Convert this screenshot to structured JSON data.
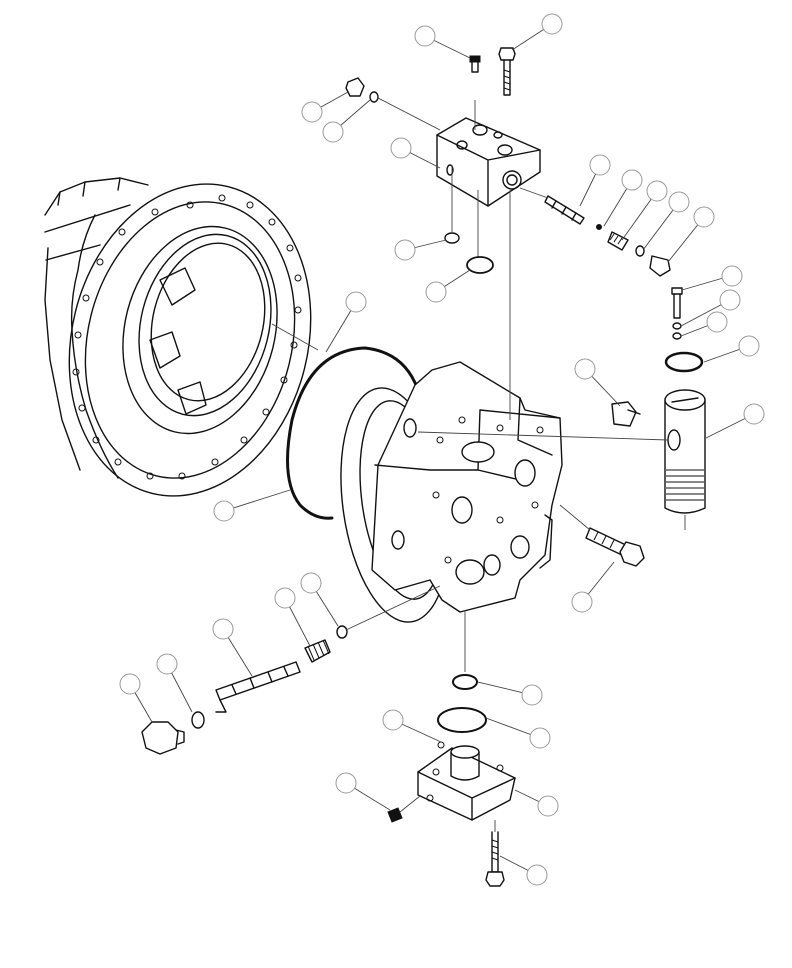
{
  "diagram": {
    "callouts": [
      {
        "id": "c01"
      },
      {
        "id": "c02"
      },
      {
        "id": "c03"
      },
      {
        "id": "c04"
      },
      {
        "id": "c05"
      },
      {
        "id": "c06"
      },
      {
        "id": "c07"
      },
      {
        "id": "c08"
      },
      {
        "id": "c09"
      },
      {
        "id": "c10"
      },
      {
        "id": "c11"
      },
      {
        "id": "c12"
      },
      {
        "id": "c13"
      },
      {
        "id": "c14"
      },
      {
        "id": "c15"
      },
      {
        "id": "c16"
      },
      {
        "id": "c17"
      },
      {
        "id": "c18"
      },
      {
        "id": "c19"
      },
      {
        "id": "c20"
      },
      {
        "id": "c21"
      },
      {
        "id": "c22"
      },
      {
        "id": "c23"
      },
      {
        "id": "c24"
      },
      {
        "id": "c25"
      },
      {
        "id": "c26"
      },
      {
        "id": "c27"
      },
      {
        "id": "c28"
      },
      {
        "id": "c29"
      },
      {
        "id": "c30"
      },
      {
        "id": "c31"
      },
      {
        "id": "c32"
      },
      {
        "id": "c33"
      },
      {
        "id": "c34"
      }
    ]
  }
}
